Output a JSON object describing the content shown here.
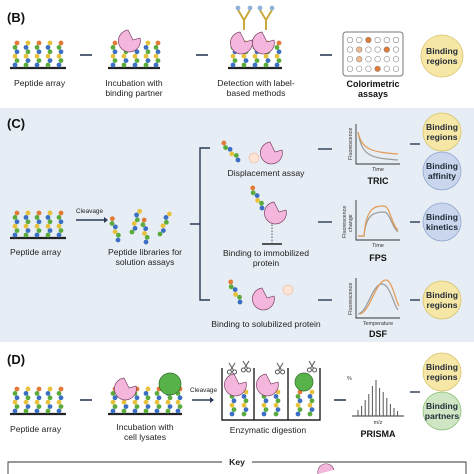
{
  "panel_b": {
    "label": "(B)",
    "peptide_array": "Peptide array",
    "incubation": [
      "Incubation with",
      "binding partner"
    ],
    "detection": [
      "Detection with label-",
      "based methods"
    ],
    "assay": [
      "Colorimetric",
      "assays"
    ],
    "badge": [
      "Binding",
      "regions"
    ]
  },
  "panel_c": {
    "label": "(C)",
    "peptide_array": "Peptide array",
    "cleavage": "Cleavage",
    "libraries": [
      "Peptide libraries for",
      "solution assays"
    ],
    "displacement": "Displacement assay",
    "immobilized": [
      "Binding to immobilized",
      "protein"
    ],
    "solubilized": "Binding to solubilized protein",
    "tric": {
      "name": "TRIC",
      "ylabel": "Fluorescence",
      "xlabel": "Time"
    },
    "fps": {
      "name": "FPS",
      "ylabel": [
        "Fluorescence",
        "change"
      ],
      "xlabel": "Time"
    },
    "dsf": {
      "name": "DSF",
      "ylabel": "Fluorescence",
      "xlabel": "Temperature"
    },
    "badges": [
      [
        "Binding",
        "regions"
      ],
      [
        "Binding",
        "affinity"
      ],
      [
        "Binding",
        "kinetics"
      ],
      [
        "Binding",
        "regions"
      ]
    ]
  },
  "panel_d": {
    "label": "(D)",
    "peptide_array": "Peptide array",
    "incubation": [
      "Incubation with",
      "cell lysates"
    ],
    "cleavage": "Cleavage",
    "digestion": "Enzymatic digestion",
    "prisma": "PRISMA",
    "ms_y": "%",
    "ms_x": "m/z",
    "badges": [
      [
        "Binding",
        "regions"
      ],
      [
        "Binding",
        "partners"
      ]
    ]
  },
  "key": {
    "label": "Key"
  },
  "colors": {
    "panel_c_bg": "#e7edf4",
    "badge_yellow": "#f7e7a6",
    "badge_blue": "#c9d6ee",
    "badge_green": "#cfe6c4",
    "protein_pink": "#f4b6dd",
    "protein_green": "#58b24a",
    "bead_blue": "#3b6fc4",
    "bead_green": "#5aab3c",
    "bead_yellow": "#e8c13c",
    "bead_orange": "#e07a35",
    "curve_orange": "#e39a55",
    "curve_gray": "#9a9a9a"
  },
  "icons": [
    "scissors-icon",
    "antibody-icon",
    "well-plate-icon",
    "protein-blob-icon",
    "peptide-bead-chain-icon"
  ]
}
